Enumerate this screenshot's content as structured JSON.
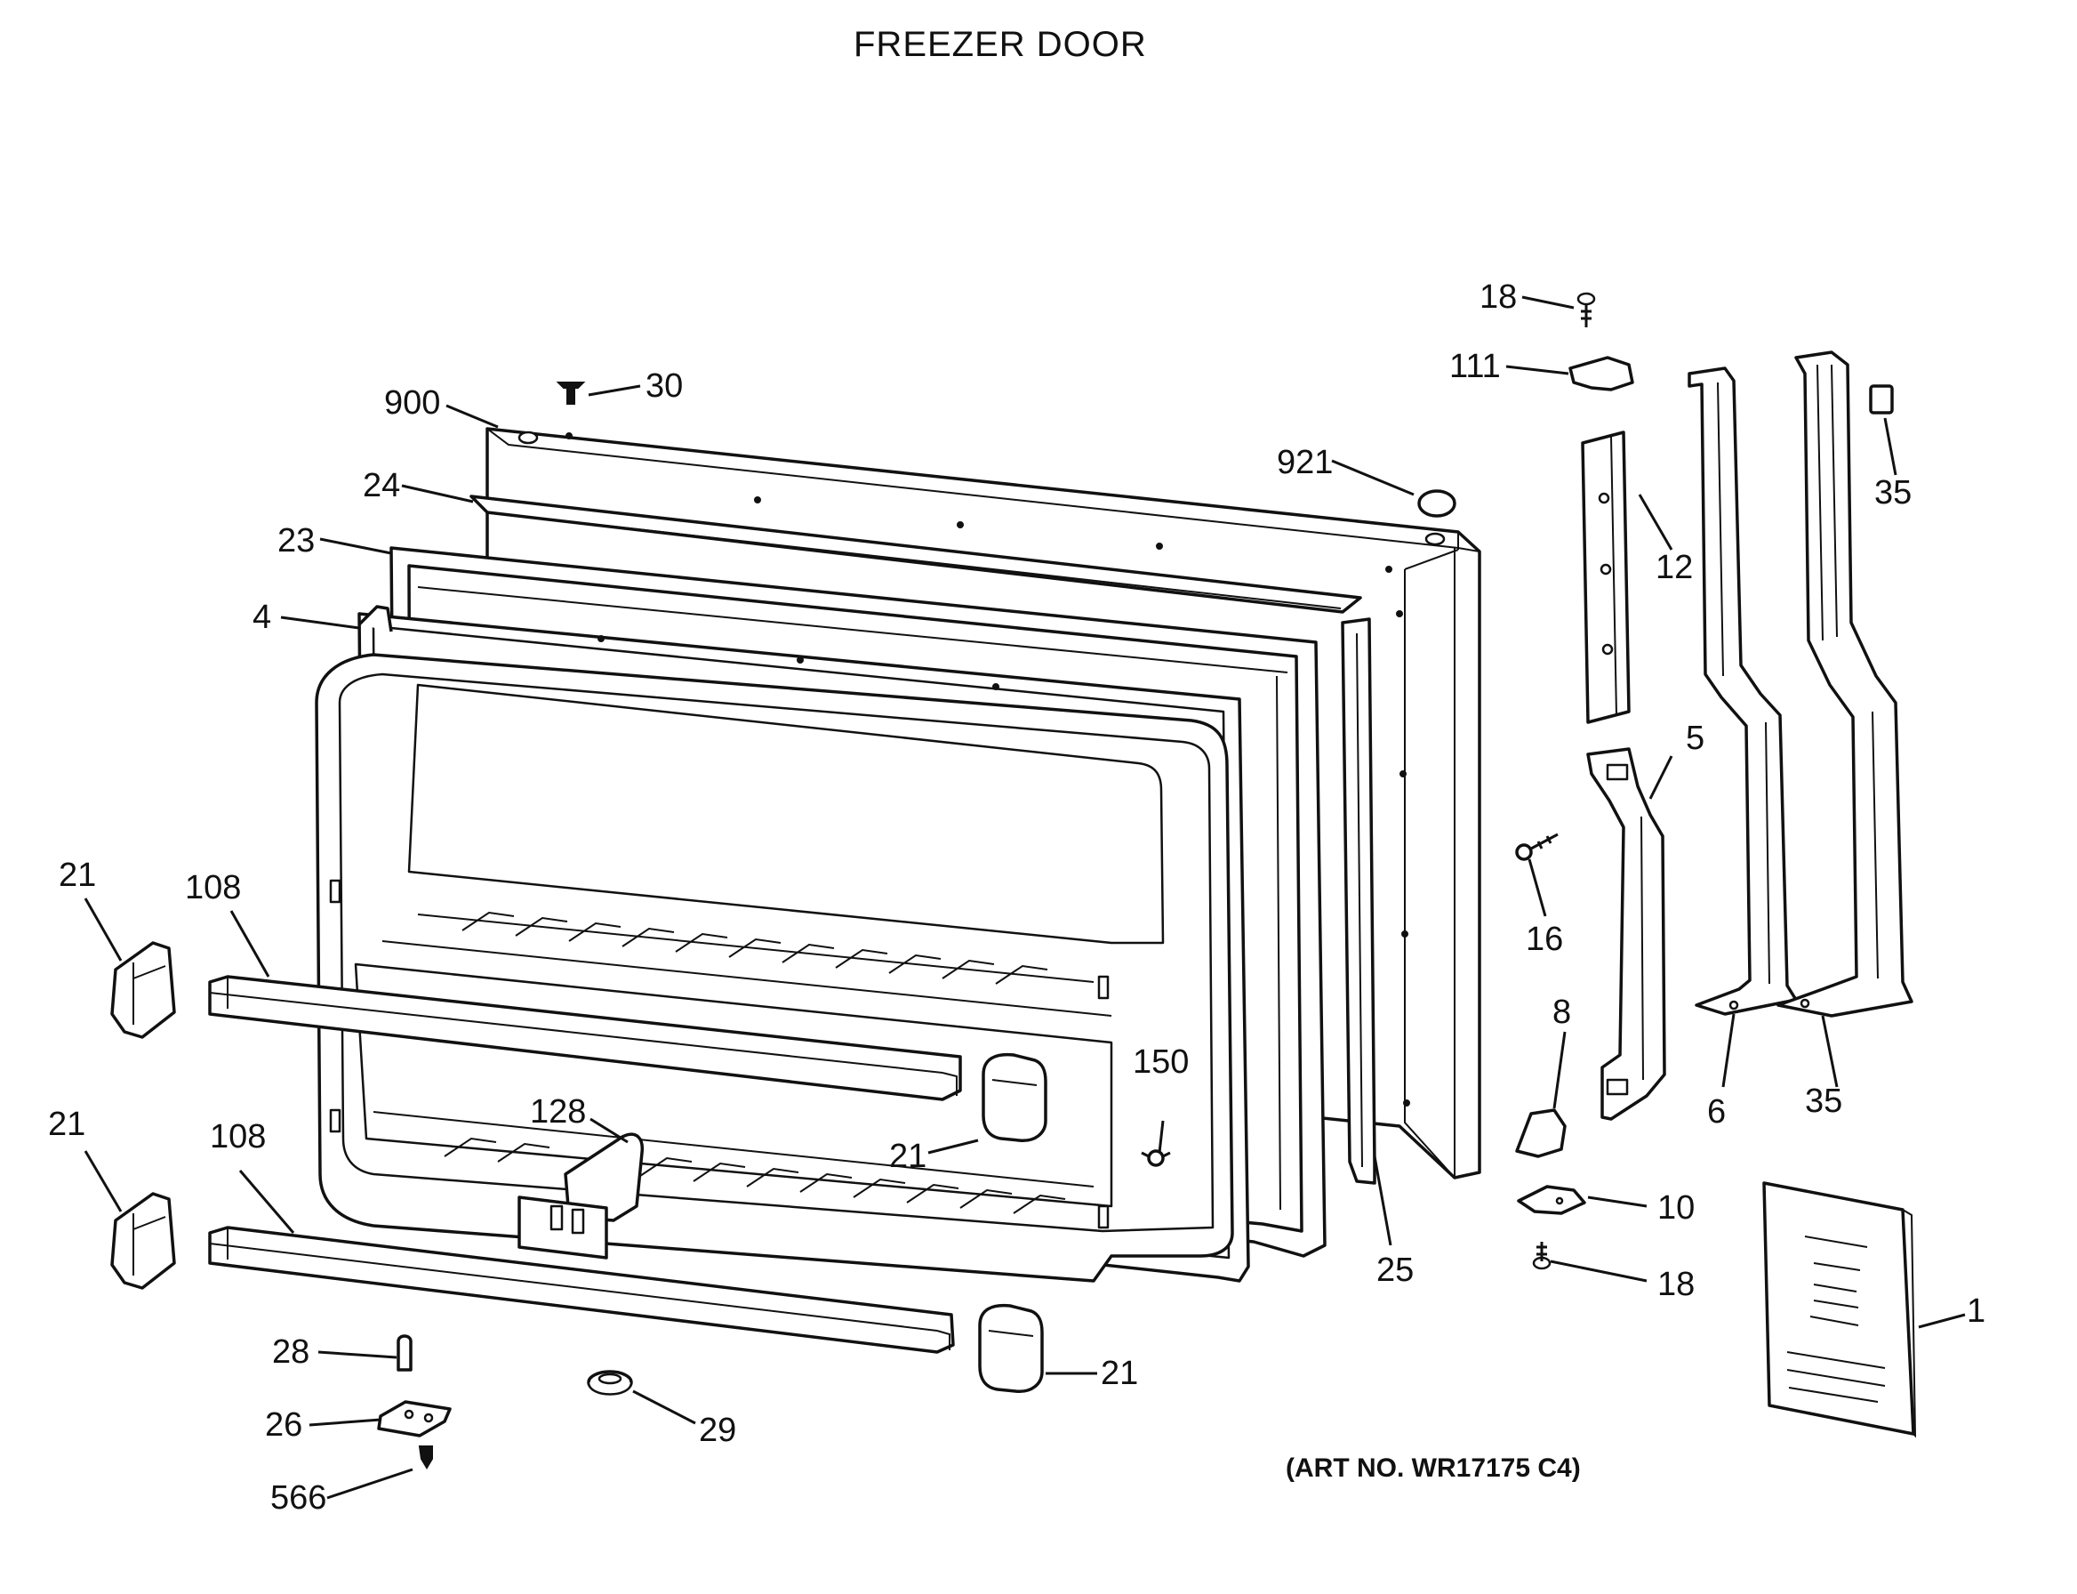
{
  "title": "FREEZER DOOR",
  "art_number": "(ART NO. WR17175 C4)",
  "part_labels": {
    "p900": "900",
    "p30": "30",
    "p24": "24",
    "p23": "23",
    "p4": "4",
    "p921": "921",
    "p18_top": "18",
    "p111": "111",
    "p12": "12",
    "p35_top": "35",
    "p5": "5",
    "p16": "16",
    "p8": "8",
    "p6": "6",
    "p35_bottom": "35",
    "p10": "10",
    "p18_bottom": "18",
    "p1": "1",
    "p25": "25",
    "p150": "150",
    "p21_a": "21",
    "p108_a": "108",
    "p21_b": "21",
    "p108_b": "108",
    "p128": "128",
    "p21_c": "21",
    "p21_d": "21",
    "p28": "28",
    "p26": "26",
    "p566": "566",
    "p29": "29"
  }
}
